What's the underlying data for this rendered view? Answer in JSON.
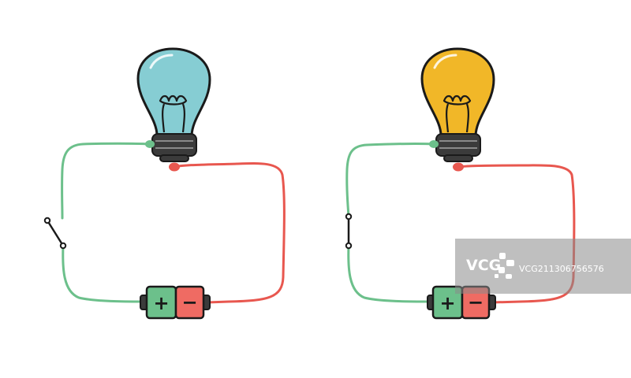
{
  "colors": {
    "background": "#ffffff",
    "outline": "#1a1a1a",
    "wire_negative": "#e8574f",
    "wire_positive": "#6cc08b",
    "bulb_off": "#86cdd3",
    "bulb_on": "#f1b728",
    "bulb_base": "#3b3b3b",
    "terminal_positive": "#6cc08b",
    "terminal_negative": "#e8574f",
    "battery_positive": "#6cc08b",
    "battery_negative": "#ef6b63",
    "battery_cap": "#3b3b3b",
    "watermark_bg": "#8a8a8a",
    "watermark_fg": "#ffffff"
  },
  "circuits": [
    {
      "id": "open",
      "switch_state": "open",
      "bulb_state": "off",
      "battery": {
        "positive_symbol": "+",
        "negative_symbol": "−"
      }
    },
    {
      "id": "closed",
      "switch_state": "closed",
      "bulb_state": "on",
      "battery": {
        "positive_symbol": "+",
        "negative_symbol": "−"
      }
    }
  ],
  "watermark": {
    "logo_text": "VCG",
    "caption": "VCG211306756576"
  }
}
